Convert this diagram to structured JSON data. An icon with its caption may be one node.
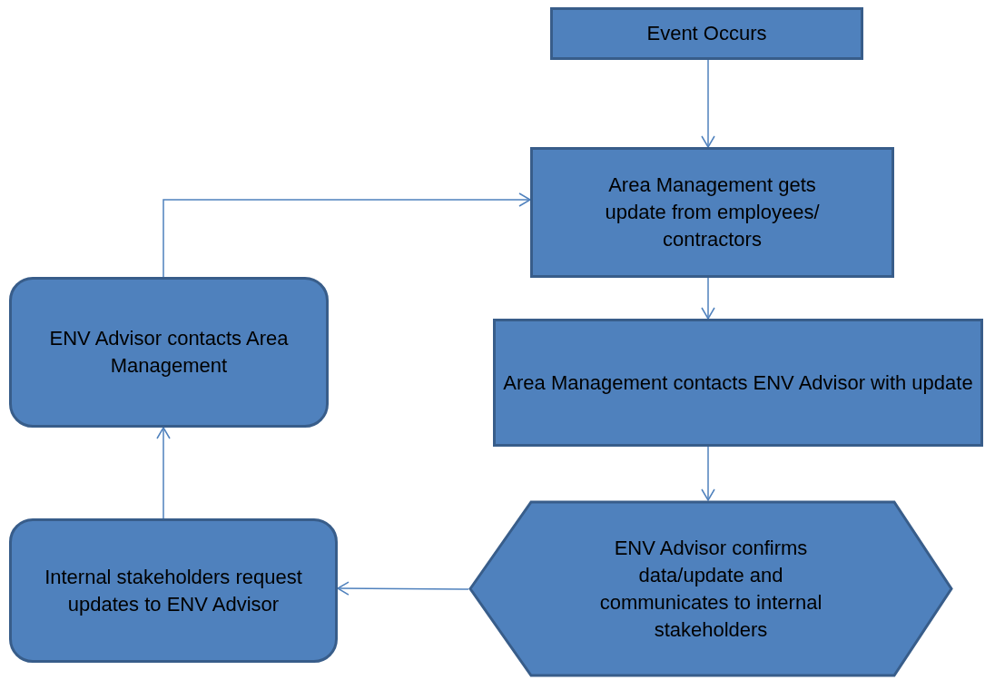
{
  "diagram": {
    "nodes": [
      {
        "text": [
          "Event Occurs"
        ]
      },
      {
        "text": [
          "Area Management gets update from employees/ contractors"
        ]
      },
      {
        "text": [
          "Area Management contacts ENV Advisor with update"
        ]
      },
      {
        "text": [
          "ENV Advisor confirms data/update and communicates to internal stakeholders"
        ]
      },
      {
        "text": [
          "Internal stakeholders request updates to ENV Advisor"
        ]
      },
      {
        "text": [
          "ENV Advisor contacts Area Management"
        ]
      }
    ],
    "edges": [
      {
        "from": 0,
        "to": 1,
        "arrow": "to"
      },
      {
        "from": 1,
        "to": 2,
        "arrow": "to"
      },
      {
        "from": 2,
        "to": 3,
        "arrow": "to"
      },
      {
        "from": 3,
        "to": 4,
        "arrow": "to"
      },
      {
        "from": 4,
        "to": 5,
        "arrow": "to"
      },
      {
        "from": 5,
        "to": 1,
        "arrow": "to"
      }
    ]
  }
}
